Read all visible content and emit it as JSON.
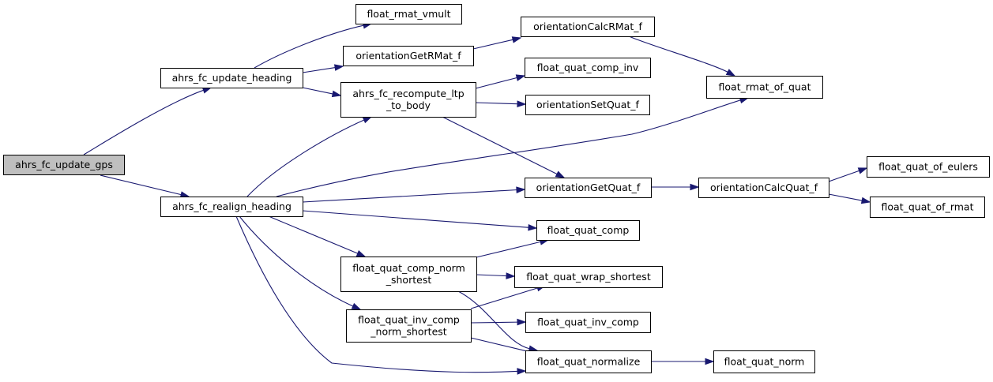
{
  "graph": {
    "title": "",
    "edge_color": "#191970",
    "root_fill": "#bfbfbf",
    "nodes": {
      "n_update_gps": {
        "lines": [
          "ahrs_fc_update_gps"
        ],
        "root": true
      },
      "n_update_heading": {
        "lines": [
          "ahrs_fc_update_heading"
        ]
      },
      "n_realign_heading": {
        "lines": [
          "ahrs_fc_realign_heading"
        ]
      },
      "n_rmat_vmult": {
        "lines": [
          "float_rmat_vmult"
        ]
      },
      "n_get_rmat": {
        "lines": [
          "orientationGetRMat_f"
        ]
      },
      "n_recompute": {
        "lines": [
          "ahrs_fc_recompute_ltp",
          "_to_body"
        ]
      },
      "n_calc_rmat": {
        "lines": [
          "orientationCalcRMat_f"
        ]
      },
      "n_comp_inv": {
        "lines": [
          "float_quat_comp_inv"
        ]
      },
      "n_set_quat": {
        "lines": [
          "orientationSetQuat_f"
        ]
      },
      "n_rmat_of_quat": {
        "lines": [
          "float_rmat_of_quat"
        ]
      },
      "n_get_quat": {
        "lines": [
          "orientationGetQuat_f"
        ]
      },
      "n_calc_quat": {
        "lines": [
          "orientationCalcQuat_f"
        ]
      },
      "n_quat_of_eulers": {
        "lines": [
          "float_quat_of_eulers"
        ]
      },
      "n_quat_of_rmat": {
        "lines": [
          "float_quat_of_rmat"
        ]
      },
      "n_quat_comp": {
        "lines": [
          "float_quat_comp"
        ]
      },
      "n_comp_norm_shortest": {
        "lines": [
          "float_quat_comp_norm",
          "_shortest"
        ]
      },
      "n_wrap_shortest": {
        "lines": [
          "float_quat_wrap_shortest"
        ]
      },
      "n_inv_comp_norm_shortest": {
        "lines": [
          "float_quat_inv_comp",
          "_norm_shortest"
        ]
      },
      "n_inv_comp": {
        "lines": [
          "float_quat_inv_comp"
        ]
      },
      "n_normalize": {
        "lines": [
          "float_quat_normalize"
        ]
      },
      "n_quat_norm": {
        "lines": [
          "float_quat_norm"
        ]
      }
    },
    "edges": [
      {
        "from": "n_update_gps",
        "to": "n_update_heading"
      },
      {
        "from": "n_update_gps",
        "to": "n_realign_heading"
      },
      {
        "from": "n_update_heading",
        "to": "n_rmat_vmult"
      },
      {
        "from": "n_update_heading",
        "to": "n_get_rmat"
      },
      {
        "from": "n_update_heading",
        "to": "n_recompute"
      },
      {
        "from": "n_get_rmat",
        "to": "n_calc_rmat"
      },
      {
        "from": "n_calc_rmat",
        "to": "n_rmat_of_quat"
      },
      {
        "from": "n_recompute",
        "to": "n_comp_inv"
      },
      {
        "from": "n_recompute",
        "to": "n_set_quat"
      },
      {
        "from": "n_recompute",
        "to": "n_get_quat"
      },
      {
        "from": "n_realign_heading",
        "to": "n_recompute"
      },
      {
        "from": "n_realign_heading",
        "to": "n_rmat_of_quat"
      },
      {
        "from": "n_realign_heading",
        "to": "n_get_quat"
      },
      {
        "from": "n_realign_heading",
        "to": "n_quat_comp"
      },
      {
        "from": "n_realign_heading",
        "to": "n_comp_norm_shortest"
      },
      {
        "from": "n_realign_heading",
        "to": "n_inv_comp_norm_shortest"
      },
      {
        "from": "n_realign_heading",
        "to": "n_normalize"
      },
      {
        "from": "n_get_quat",
        "to": "n_calc_quat"
      },
      {
        "from": "n_calc_quat",
        "to": "n_quat_of_eulers"
      },
      {
        "from": "n_calc_quat",
        "to": "n_quat_of_rmat"
      },
      {
        "from": "n_comp_norm_shortest",
        "to": "n_quat_comp"
      },
      {
        "from": "n_comp_norm_shortest",
        "to": "n_wrap_shortest"
      },
      {
        "from": "n_comp_norm_shortest",
        "to": "n_normalize"
      },
      {
        "from": "n_inv_comp_norm_shortest",
        "to": "n_wrap_shortest"
      },
      {
        "from": "n_inv_comp_norm_shortest",
        "to": "n_inv_comp"
      },
      {
        "from": "n_inv_comp_norm_shortest",
        "to": "n_normalize"
      },
      {
        "from": "n_normalize",
        "to": "n_quat_norm"
      }
    ]
  }
}
